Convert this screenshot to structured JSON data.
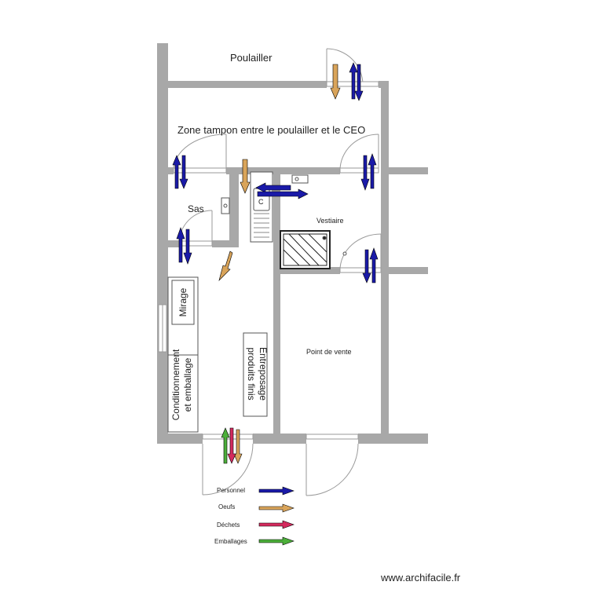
{
  "rooms": {
    "poulailler": "Poulailler",
    "zone_tampon": "Zone tampon entre le poulailler et le CEO",
    "sas": "Sas",
    "vestiaire": "Vestiaire",
    "point_de_vente": "Point de vente",
    "mirage": "Mirage",
    "conditionnement_line1": "Conditionnement",
    "conditionnement_line2": "et emballage",
    "entreposage_line1": "Entreposage",
    "entreposage_line2": "produits finis"
  },
  "fixtures": {
    "sink_letter": "C"
  },
  "legend": [
    {
      "label": "Personnel",
      "color": "#1a1aa8"
    },
    {
      "label": "Oeufs",
      "color": "#d9a45a"
    },
    {
      "label": "Déchets",
      "color": "#d42a5e"
    },
    {
      "label": "Emballages",
      "color": "#4caf3a"
    }
  ],
  "footer": {
    "brand": "www.archifacile.fr"
  }
}
